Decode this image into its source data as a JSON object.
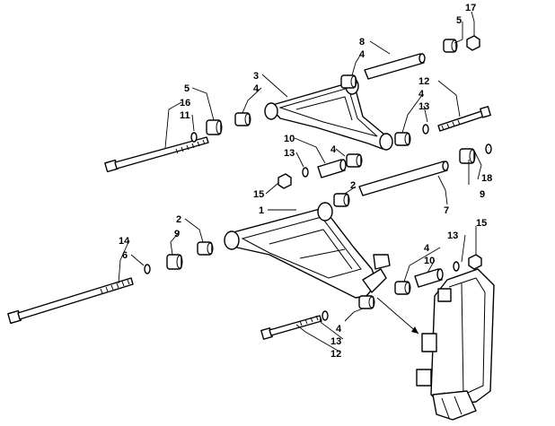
{
  "diagram": {
    "callouts": [
      {
        "id": "c-17",
        "text": "17"
      },
      {
        "id": "c-5a",
        "text": "5"
      },
      {
        "id": "c-8",
        "text": "8"
      },
      {
        "id": "c-4a",
        "text": "4"
      },
      {
        "id": "c-3",
        "text": "3"
      },
      {
        "id": "c-4b",
        "text": "4"
      },
      {
        "id": "c-5b",
        "text": "5"
      },
      {
        "id": "c-16",
        "text": "16"
      },
      {
        "id": "c-11",
        "text": "11"
      },
      {
        "id": "c-12a",
        "text": "12"
      },
      {
        "id": "c-4c",
        "text": "4"
      },
      {
        "id": "c-13a",
        "text": "13"
      },
      {
        "id": "c-10a",
        "text": "10"
      },
      {
        "id": "c-13b",
        "text": "13"
      },
      {
        "id": "c-4d",
        "text": "4"
      },
      {
        "id": "c-15a",
        "text": "15"
      },
      {
        "id": "c-2a",
        "text": "2"
      },
      {
        "id": "c-1",
        "text": "1"
      },
      {
        "id": "c-18",
        "text": "18"
      },
      {
        "id": "c-9a",
        "text": "9"
      },
      {
        "id": "c-7",
        "text": "7"
      },
      {
        "id": "c-2b",
        "text": "2"
      },
      {
        "id": "c-9b",
        "text": "9"
      },
      {
        "id": "c-14",
        "text": "14"
      },
      {
        "id": "c-6",
        "text": "6"
      },
      {
        "id": "c-13c",
        "text": "13"
      },
      {
        "id": "c-15b",
        "text": "15"
      },
      {
        "id": "c-4e",
        "text": "4"
      },
      {
        "id": "c-10b",
        "text": "10"
      },
      {
        "id": "c-4f",
        "text": "4"
      },
      {
        "id": "c-13d",
        "text": "13"
      },
      {
        "id": "c-12b",
        "text": "12"
      }
    ]
  }
}
